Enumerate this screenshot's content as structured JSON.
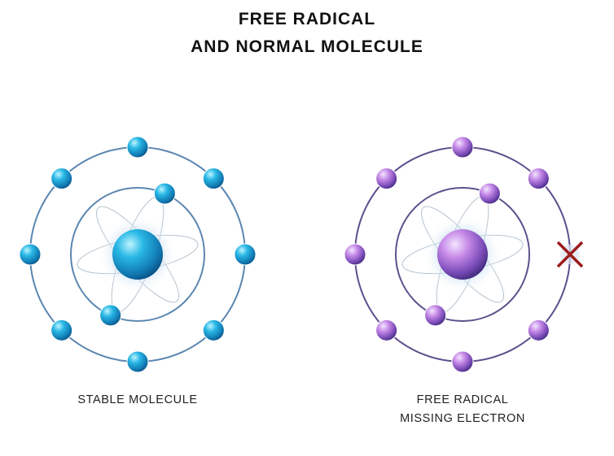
{
  "title": {
    "line1": "FREE RADICAL",
    "line2": "AND NORMAL MOLECULE"
  },
  "stable": {
    "label": "STABLE MOLECULE",
    "electrons_outer": 8,
    "electrons_inner": 2,
    "color": "#1aa6d8",
    "orbit_color": "#5b86b0"
  },
  "radical": {
    "label_line1": "FREE RADICAL",
    "label_line2": "MISSING ELECTRON",
    "electrons_outer": 7,
    "electrons_inner": 2,
    "color": "#9a5fd0",
    "orbit_color": "#5e4f8c",
    "missing_marker_color": "#9b1c1c"
  }
}
